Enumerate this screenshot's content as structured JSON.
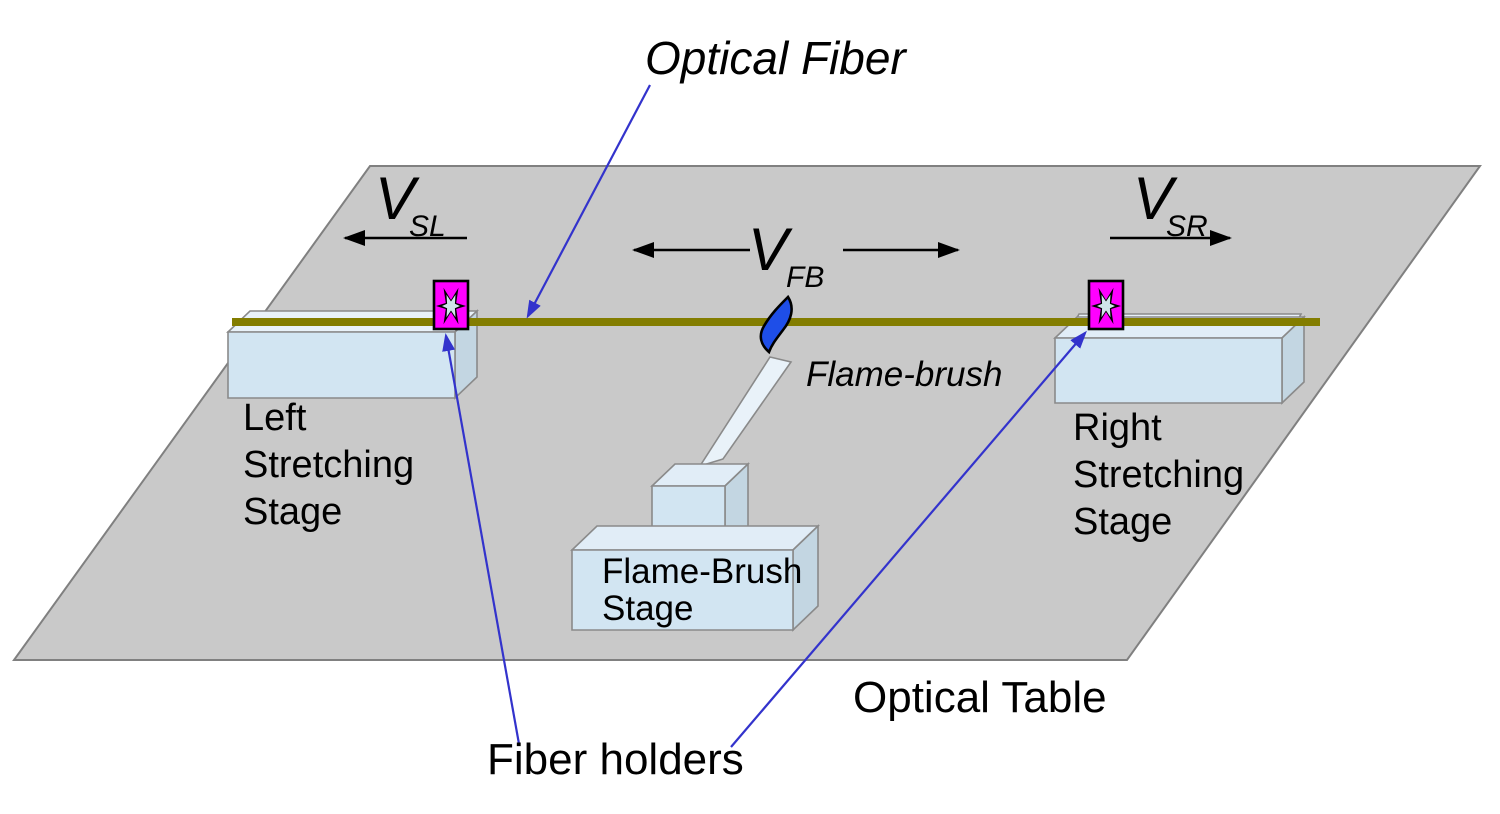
{
  "diagram": {
    "title": "Optical Fiber",
    "labels": {
      "flame_brush": "Flame-brush",
      "optical_table": "Optical Table",
      "fiber_holders": "Fiber holders",
      "left_stage": [
        "Left",
        "Stretching",
        "Stage"
      ],
      "right_stage": [
        "Right",
        "Stretching",
        "Stage"
      ],
      "flame_brush_stage": [
        "Flame-Brush",
        "Stage"
      ]
    },
    "velocities": {
      "left_stage": {
        "symbol": "V",
        "subscript": "SL"
      },
      "flame_brush": {
        "symbol": "V",
        "subscript": "FB"
      },
      "right_stage": {
        "symbol": "V",
        "subscript": "SR"
      }
    },
    "colors": {
      "table": "#c9c9c9",
      "box_front": "#d2e5f2",
      "box_top": "#e1edf7",
      "box_side": "#c3d6e2",
      "rail_top": "#e9f2f9",
      "fiber": "#837d00",
      "holder": "#ff00ff",
      "holder_center": "#cfe4ea",
      "flame": "#1e4ee8",
      "annotation": "#3333cc",
      "text": "#000000"
    }
  }
}
